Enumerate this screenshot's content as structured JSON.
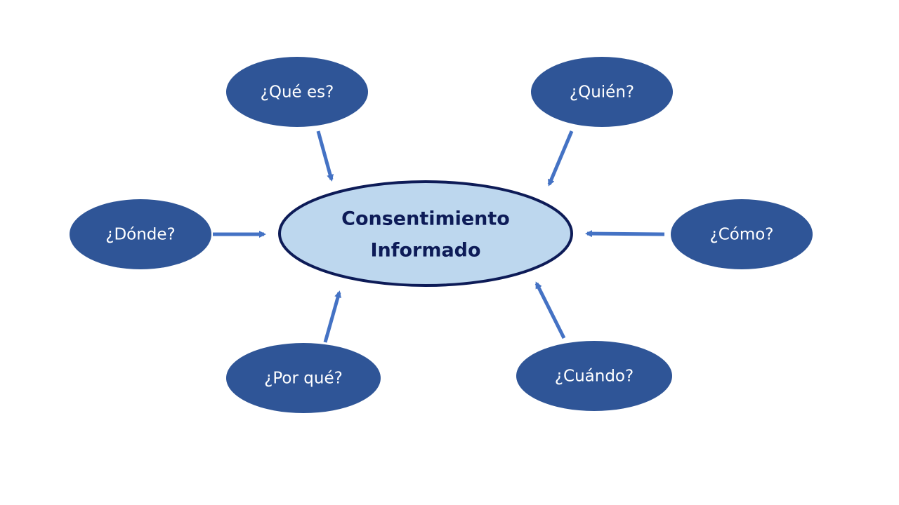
{
  "colors": {
    "background": "#ffffff",
    "satellite_fill": "#2f5597",
    "satellite_text": "#ffffff",
    "center_fill": "#bdd7ee",
    "center_stroke": "#0d1b57",
    "center_text": "#0d1b57",
    "arrow": "#4472c4"
  },
  "center": {
    "line1": "Consentimiento",
    "line2": "Informado"
  },
  "nodes": {
    "que_es": "¿Qué es?",
    "quien": "¿Quién?",
    "donde": "¿Dónde?",
    "como": "¿Cómo?",
    "por_que": "¿Por qué?",
    "cuando": "¿Cuándo?"
  }
}
